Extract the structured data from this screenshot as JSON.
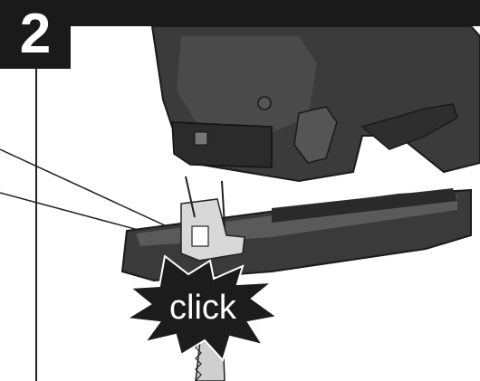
{
  "step": {
    "number": "2"
  },
  "callout": {
    "click_label": "click"
  },
  "colors": {
    "bar": "#1a1a1a",
    "tool_body": "#3a3a3a",
    "tool_highlight": "#5a5a5a",
    "tool_dark": "#222222",
    "background": "#ffffff"
  },
  "icons": {
    "tool": "jigsaw-illustration",
    "burst": "starburst-callout"
  }
}
